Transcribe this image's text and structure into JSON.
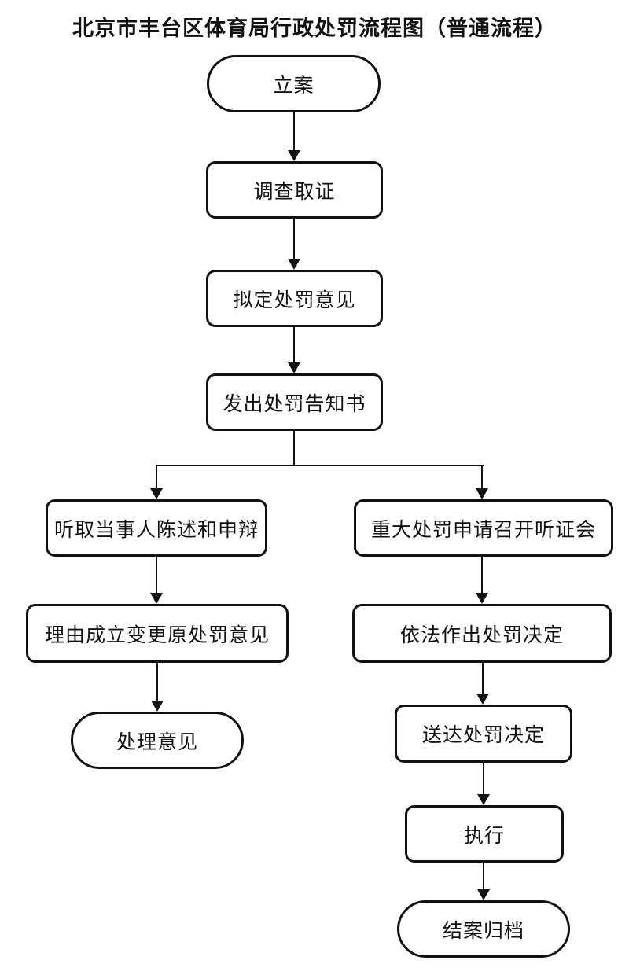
{
  "title": "北京市丰台区体育局行政处罚流程图（普通流程）",
  "flowchart": {
    "colors": {
      "stroke": "#111111",
      "fill": "#ffffff",
      "text": "#111111"
    },
    "nodes": {
      "start": {
        "label": "立案",
        "shape": "terminator"
      },
      "investigate": {
        "label": "调查取证",
        "shape": "process"
      },
      "draft_opinion": {
        "label": "拟定处罚意见",
        "shape": "process"
      },
      "issue_notice": {
        "label": "发出处罚告知书",
        "shape": "process"
      },
      "hear_statement": {
        "label": "听取当事人陈述和申辩",
        "shape": "process"
      },
      "major_hearing": {
        "label": "重大处罚申请召开听证会",
        "shape": "process"
      },
      "change_opinion": {
        "label": "理由成立变更原处罚意见",
        "shape": "process"
      },
      "decide_by_law": {
        "label": "依法作出处罚决定",
        "shape": "process"
      },
      "handling_opinion": {
        "label": "处理意见",
        "shape": "terminator"
      },
      "deliver_decision": {
        "label": "送达处罚决定",
        "shape": "process"
      },
      "execute": {
        "label": "执行",
        "shape": "process"
      },
      "close_archive": {
        "label": "结案归档",
        "shape": "terminator"
      }
    },
    "edges": [
      "start→investigate",
      "investigate→draft_opinion",
      "draft_opinion→issue_notice",
      "issue_notice→hear_statement",
      "issue_notice→major_hearing",
      "hear_statement→change_opinion",
      "change_opinion→handling_opinion",
      "major_hearing→decide_by_law",
      "decide_by_law→deliver_decision",
      "deliver_decision→execute",
      "execute→close_archive"
    ]
  }
}
